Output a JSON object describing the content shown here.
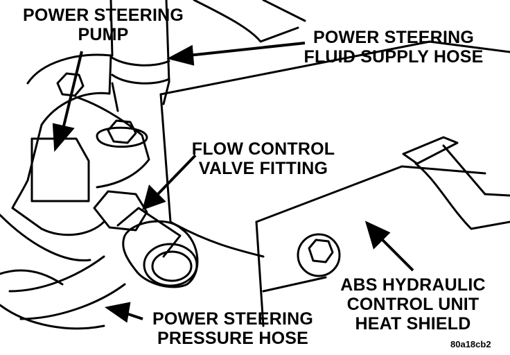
{
  "labels": {
    "pump": [
      "POWER STEERING",
      "PUMP"
    ],
    "supply_hose": [
      "POWER STEERING",
      "FLUID SUPPLY HOSE"
    ],
    "flow_control": [
      "FLOW CONTROL",
      "VALVE FITTING"
    ],
    "heat_shield": [
      "ABS HYDRAULIC",
      "CONTROL UNIT",
      "HEAT SHIELD"
    ],
    "pressure_hose": [
      "POWER STEERING",
      "PRESSURE HOSE"
    ]
  },
  "figure_code": "80a18cb2"
}
